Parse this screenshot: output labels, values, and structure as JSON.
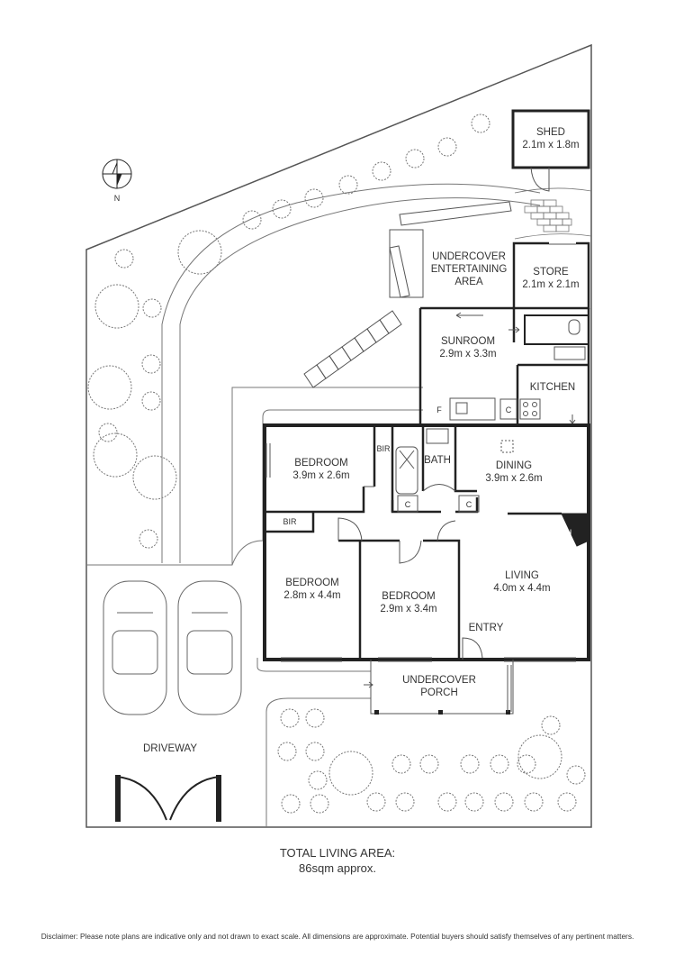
{
  "compass": {
    "north_label": "N"
  },
  "rooms": {
    "shed": {
      "name": "SHED",
      "size": "2.1m x 1.8m"
    },
    "undercover_entertaining": {
      "line1": "UNDERCOVER",
      "line2": "ENTERTAINING",
      "line3": "AREA"
    },
    "store": {
      "name": "STORE",
      "size": "2.1m x 2.1m"
    },
    "sunroom": {
      "name": "SUNROOM",
      "size": "2.9m x 3.3m"
    },
    "kitchen": {
      "name": "KITCHEN"
    },
    "bedroom_1": {
      "name": "BEDROOM",
      "size": "3.9m x 2.6m"
    },
    "bath": {
      "name": "BATH"
    },
    "dining": {
      "name": "DINING",
      "size": "3.9m x 2.6m"
    },
    "bedroom_2": {
      "name": "BEDROOM",
      "size": "2.8m x 4.4m"
    },
    "bedroom_3": {
      "name": "BEDROOM",
      "size": "2.9m x 3.4m"
    },
    "living": {
      "name": "LIVING",
      "size": "4.0m x 4.4m"
    },
    "entry": {
      "name": "ENTRY"
    },
    "undercover_porch": {
      "line1": "UNDERCOVER",
      "line2": "PORCH"
    },
    "driveway": {
      "name": "DRIVEWAY"
    }
  },
  "small_labels": {
    "bir_top": "BIR",
    "bir_left": "BIR",
    "fridge": "F",
    "cupboard_kitchen": "C",
    "cupboard_bath": "C",
    "cupboard_dining": "C",
    "heater": "H"
  },
  "totals": {
    "title": "TOTAL LIVING AREA:",
    "value": "86sqm approx."
  },
  "disclaimer": "Disclaimer: Please note plans are indicative only and not drawn to exact scale. All dimensions are approximate. Potential buyers should satisfy themselves of any pertinent matters.",
  "colors": {
    "wall": "#222222",
    "line": "#555555",
    "text": "#333333",
    "tree": "#777777"
  }
}
